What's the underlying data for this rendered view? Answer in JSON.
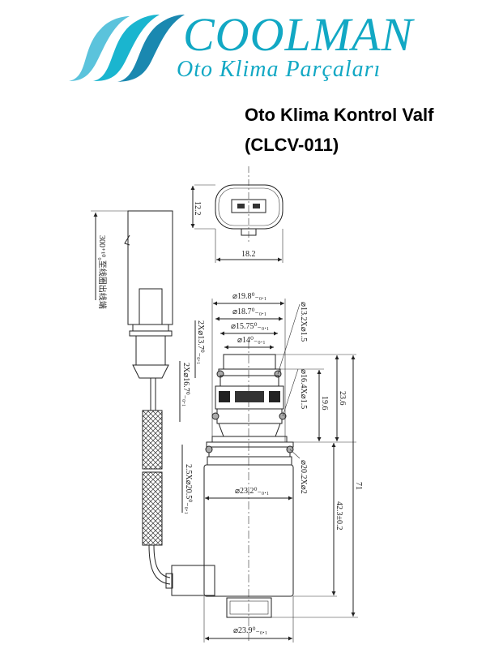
{
  "logo": {
    "brand": "COOLMAN",
    "tagline": "Oto Klima Parçaları",
    "colors": {
      "light": "#5bc3dc",
      "mid": "#1ab5cf",
      "dark": "#1a88b0",
      "text": "#12a8c4"
    }
  },
  "title": {
    "line1": "Oto Klima Kontrol Valf",
    "line2": "(CLCV-011)"
  },
  "drawing": {
    "connector": {
      "height": "12.2",
      "width": "18.2"
    },
    "cable_length": "300⁺¹⁰₀至线圈出线端",
    "dims": {
      "d19_8": "⌀19.8⁰₋₀.₁",
      "d18_7": "⌀18.7⁰₋₀.₁",
      "d15_75": "⌀15.75⁰₋₀.₁",
      "d14": "⌀14⁰₋₀.₁",
      "d13_7": "2X⌀13.7⁰₋₀.₁",
      "d16_7": "2X⌀16.7⁰₋₀.₁",
      "oring1": "⌀13.2X⌀1.5",
      "oring2": "⌀16.4X⌀1.5",
      "oring3": "⌀20.2X⌀2",
      "d20_5": "2.5X⌀20.5⁰₋₀.₁",
      "d23_2": "⌀23.2⁰₋₀.₁",
      "d23_9": "⌀23.9⁰₋₀.₁",
      "h23_6": "23.6",
      "h19_6": "19.6",
      "h42_3": "42.3±0.2",
      "h71": "71"
    }
  }
}
